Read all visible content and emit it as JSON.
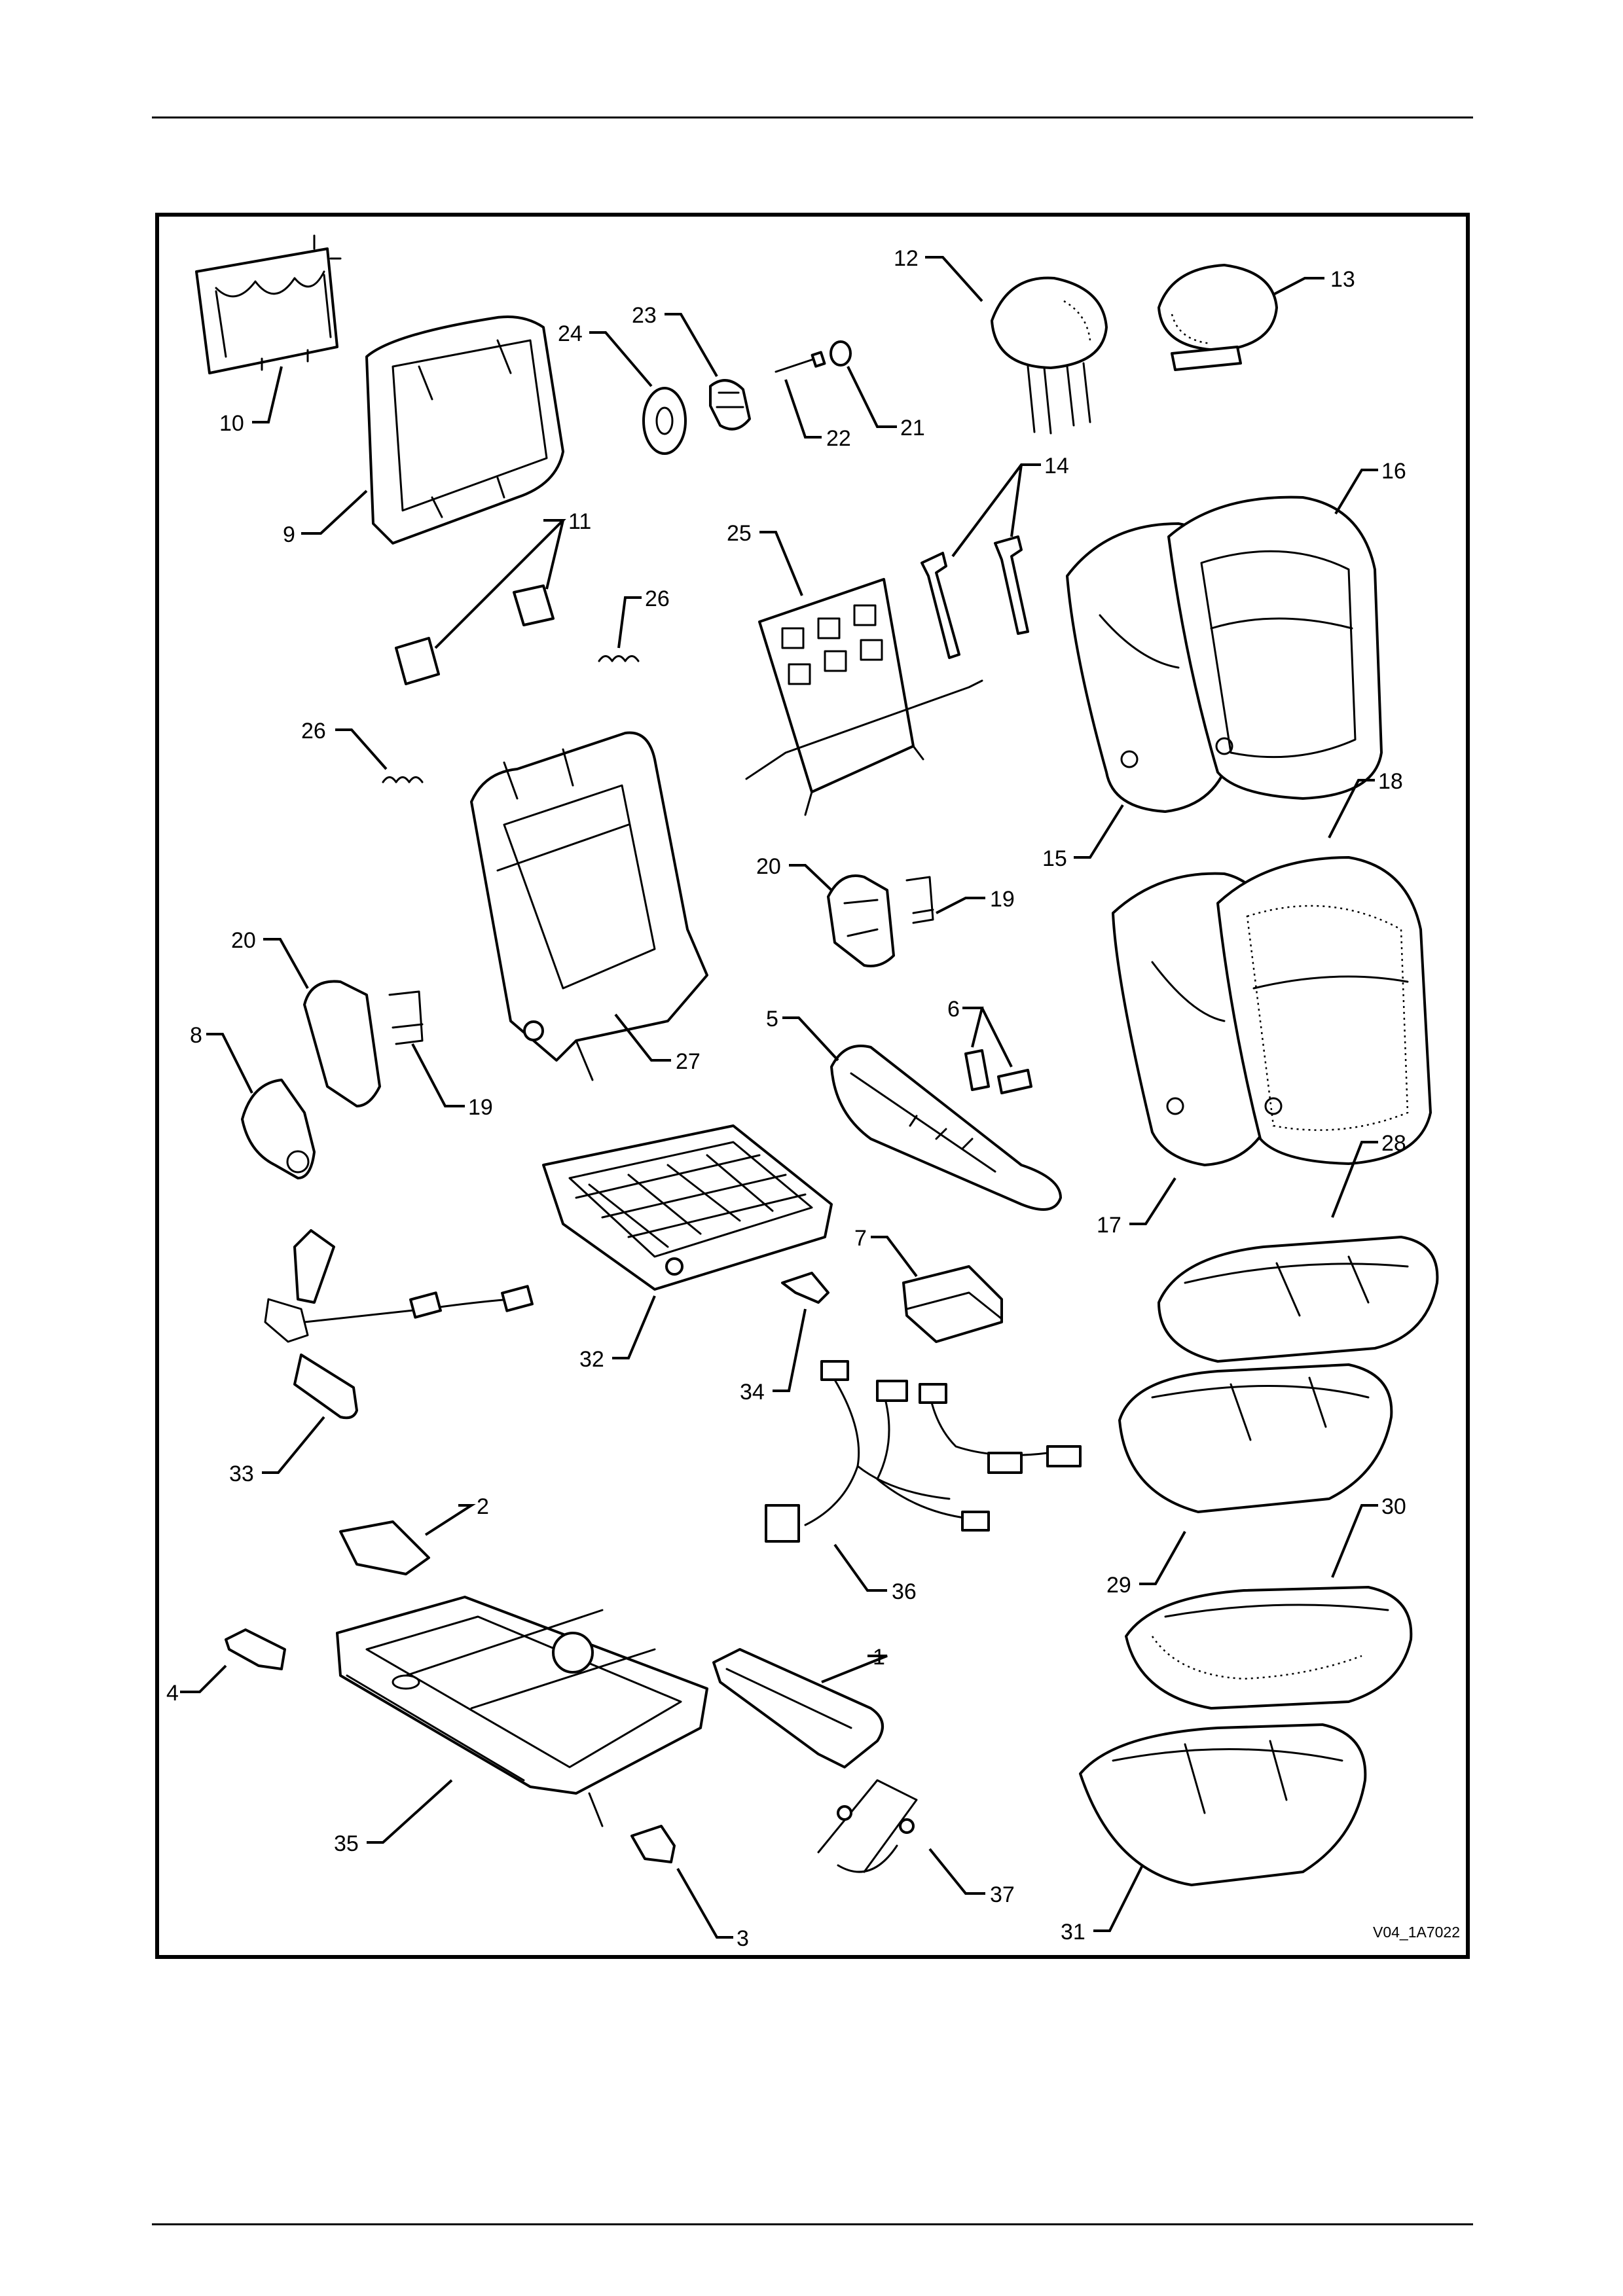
{
  "figure": {
    "reference_code": "V04_1A7022",
    "callouts": [
      {
        "id": "callout-1",
        "label": "1"
      },
      {
        "id": "callout-2",
        "label": "2"
      },
      {
        "id": "callout-3",
        "label": "3"
      },
      {
        "id": "callout-4",
        "label": "4"
      },
      {
        "id": "callout-5",
        "label": "5"
      },
      {
        "id": "callout-6",
        "label": "6"
      },
      {
        "id": "callout-7",
        "label": "7"
      },
      {
        "id": "callout-8",
        "label": "8"
      },
      {
        "id": "callout-9",
        "label": "9"
      },
      {
        "id": "callout-10",
        "label": "10"
      },
      {
        "id": "callout-11",
        "label": "11"
      },
      {
        "id": "callout-12",
        "label": "12"
      },
      {
        "id": "callout-13",
        "label": "13"
      },
      {
        "id": "callout-14",
        "label": "14"
      },
      {
        "id": "callout-15",
        "label": "15"
      },
      {
        "id": "callout-16",
        "label": "16"
      },
      {
        "id": "callout-17",
        "label": "17"
      },
      {
        "id": "callout-18",
        "label": "18"
      },
      {
        "id": "callout-19a",
        "label": "19"
      },
      {
        "id": "callout-19b",
        "label": "19"
      },
      {
        "id": "callout-20a",
        "label": "20"
      },
      {
        "id": "callout-20b",
        "label": "20"
      },
      {
        "id": "callout-21",
        "label": "21"
      },
      {
        "id": "callout-22",
        "label": "22"
      },
      {
        "id": "callout-23",
        "label": "23"
      },
      {
        "id": "callout-24",
        "label": "24"
      },
      {
        "id": "callout-25",
        "label": "25"
      },
      {
        "id": "callout-26a",
        "label": "26"
      },
      {
        "id": "callout-26b",
        "label": "26"
      },
      {
        "id": "callout-27",
        "label": "27"
      },
      {
        "id": "callout-28",
        "label": "28"
      },
      {
        "id": "callout-29",
        "label": "29"
      },
      {
        "id": "callout-30",
        "label": "30"
      },
      {
        "id": "callout-31",
        "label": "31"
      },
      {
        "id": "callout-32",
        "label": "32"
      },
      {
        "id": "callout-33",
        "label": "33"
      },
      {
        "id": "callout-34",
        "label": "34"
      },
      {
        "id": "callout-35",
        "label": "35"
      },
      {
        "id": "callout-36",
        "label": "36"
      },
      {
        "id": "callout-37",
        "label": "37"
      }
    ]
  }
}
